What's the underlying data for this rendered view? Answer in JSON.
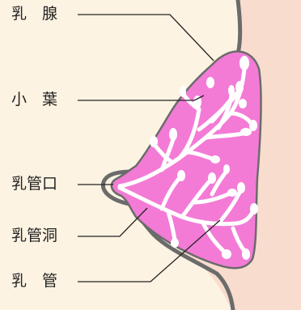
{
  "labels": {
    "mammary_gland": "乳　腺",
    "lobule": "小　葉",
    "nipple_opening": "乳管口",
    "lactiferous_sinus": "乳管洞",
    "lactiferous_duct": "乳　管"
  },
  "colors": {
    "background": "#fdf3e2",
    "skin": "#f8dccd",
    "gland_pink": "#f37bd6",
    "outline": "#6b6b6b",
    "duct_white": "#ffffff",
    "leader_line": "#222222"
  }
}
